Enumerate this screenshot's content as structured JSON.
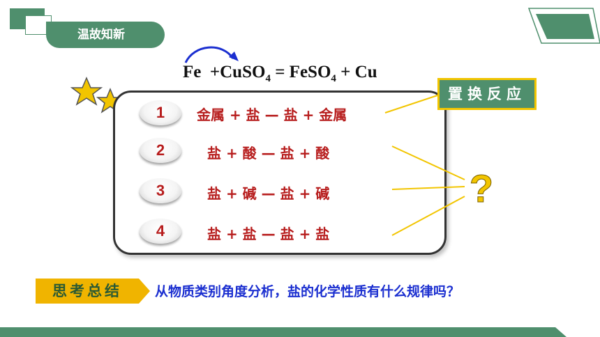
{
  "header": {
    "title": "温故知新"
  },
  "equation": {
    "fe": "Fe",
    "plus_cuso": "+CuSO",
    "sub1": "4",
    "eq_feso": " = FeSO",
    "sub2": "4",
    "plus_cu": " + Cu"
  },
  "badge": {
    "label": "置换反应"
  },
  "rows": [
    {
      "num": "1",
      "text": "金属 + 盐  — 盐 + 金属"
    },
    {
      "num": "2",
      "text": "盐  + 酸  —  盐 +  酸"
    },
    {
      "num": "3",
      "text": "盐  + 碱  —  盐 +  碱"
    },
    {
      "num": "4",
      "text": "盐  + 盐  —  盐 +  盐"
    }
  ],
  "question_mark": "?",
  "summary": {
    "label": "思考总结",
    "text": "从物质类别角度分析，盐的化学性质有什么规律吗？"
  },
  "colors": {
    "accent_green": "#4f8f6d",
    "reaction_red": "#b71d1d",
    "summary_blue": "#1b2fd0",
    "highlight_yellow": "#f0b400"
  }
}
